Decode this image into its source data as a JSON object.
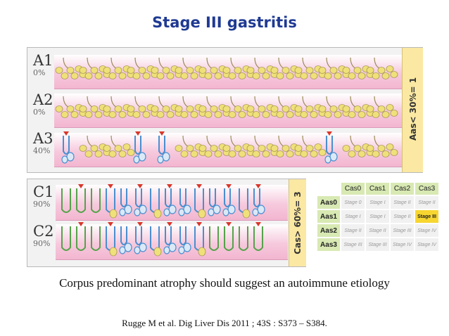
{
  "title": "Stage III gastritis",
  "antrum_panel": {
    "rows": [
      {
        "name": "A1",
        "pct": "0%"
      },
      {
        "name": "A2",
        "pct": "0%"
      },
      {
        "name": "A3",
        "pct": "40%"
      }
    ],
    "side_label": "Aas< 30%= 1"
  },
  "corpus_panel": {
    "rows": [
      {
        "name": "C1",
        "pct": "90%"
      },
      {
        "name": "C2",
        "pct": "90%"
      }
    ],
    "side_label": "Cas> 60%= 3"
  },
  "staging_table": {
    "columns": [
      "Cas0",
      "Cas1",
      "Cas2",
      "Cas3"
    ],
    "rows": [
      {
        "label": "Aas0",
        "cells": [
          "Stage 0",
          "Stage I",
          "Stage II",
          "Stage II"
        ]
      },
      {
        "label": "Aas1",
        "cells": [
          "Stage I",
          "Stage I",
          "Stage II",
          "Stage III"
        ]
      },
      {
        "label": "Aas2",
        "cells": [
          "Stage II",
          "Stage II",
          "Stage III",
          "Stage IV"
        ]
      },
      {
        "label": "Aas3",
        "cells": [
          "Stage III",
          "Stage III",
          "Stage IV",
          "Stage IV"
        ]
      }
    ],
    "highlight": "Stage III",
    "highlight_color": "#f7d62f"
  },
  "caption": "Corpus predominant atrophy should suggest an autoimmune etiology",
  "reference": "Rugge M et al. Dig Liver Dis 2011 ; 43S : S373 – S384.",
  "colors": {
    "title": "#1f3a93",
    "gland_yellow": "#f0e07a",
    "metaplasia_blue": "#4a8fd0",
    "marker_red": "#d9362b",
    "mucosa_pink": "#f3b6d0",
    "side_box": "#fbe8a3"
  }
}
